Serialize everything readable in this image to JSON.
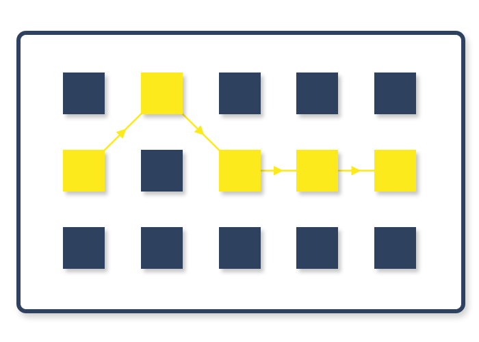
{
  "colors": {
    "frame": "#2e4260",
    "node_default": "#2e4260",
    "node_highlight": "#fcea1a",
    "path": "#fcea1a"
  },
  "grid": {
    "rows": 3,
    "cols": 5,
    "highlighted": [
      {
        "row": 1,
        "col": 0
      },
      {
        "row": 0,
        "col": 1
      },
      {
        "row": 1,
        "col": 2
      },
      {
        "row": 1,
        "col": 3
      },
      {
        "row": 1,
        "col": 4
      }
    ]
  },
  "path": [
    {
      "row": 1,
      "col": 0
    },
    {
      "row": 0,
      "col": 1
    },
    {
      "row": 1,
      "col": 2
    },
    {
      "row": 1,
      "col": 3
    },
    {
      "row": 1,
      "col": 4
    }
  ]
}
